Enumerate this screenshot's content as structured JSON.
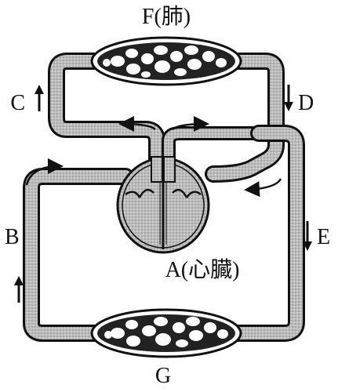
{
  "labels": {
    "lung": "F(肺)",
    "heart": "A(心臓)",
    "body_tissue": "G",
    "vessel_c": "C",
    "vessel_d": "D",
    "vessel_b": "B",
    "vessel_e": "E"
  },
  "colors": {
    "vessel_fill": "#b8b8b8",
    "outline": "#111111",
    "heart_fill": "#c9c9c9",
    "background": "#ffffff"
  },
  "icons": {
    "arrow_c": "up-arrow-icon",
    "arrow_d": "down-arrow-icon",
    "arrow_e": "down-arrow-icon",
    "arrow_b": "up-arrow-icon"
  }
}
